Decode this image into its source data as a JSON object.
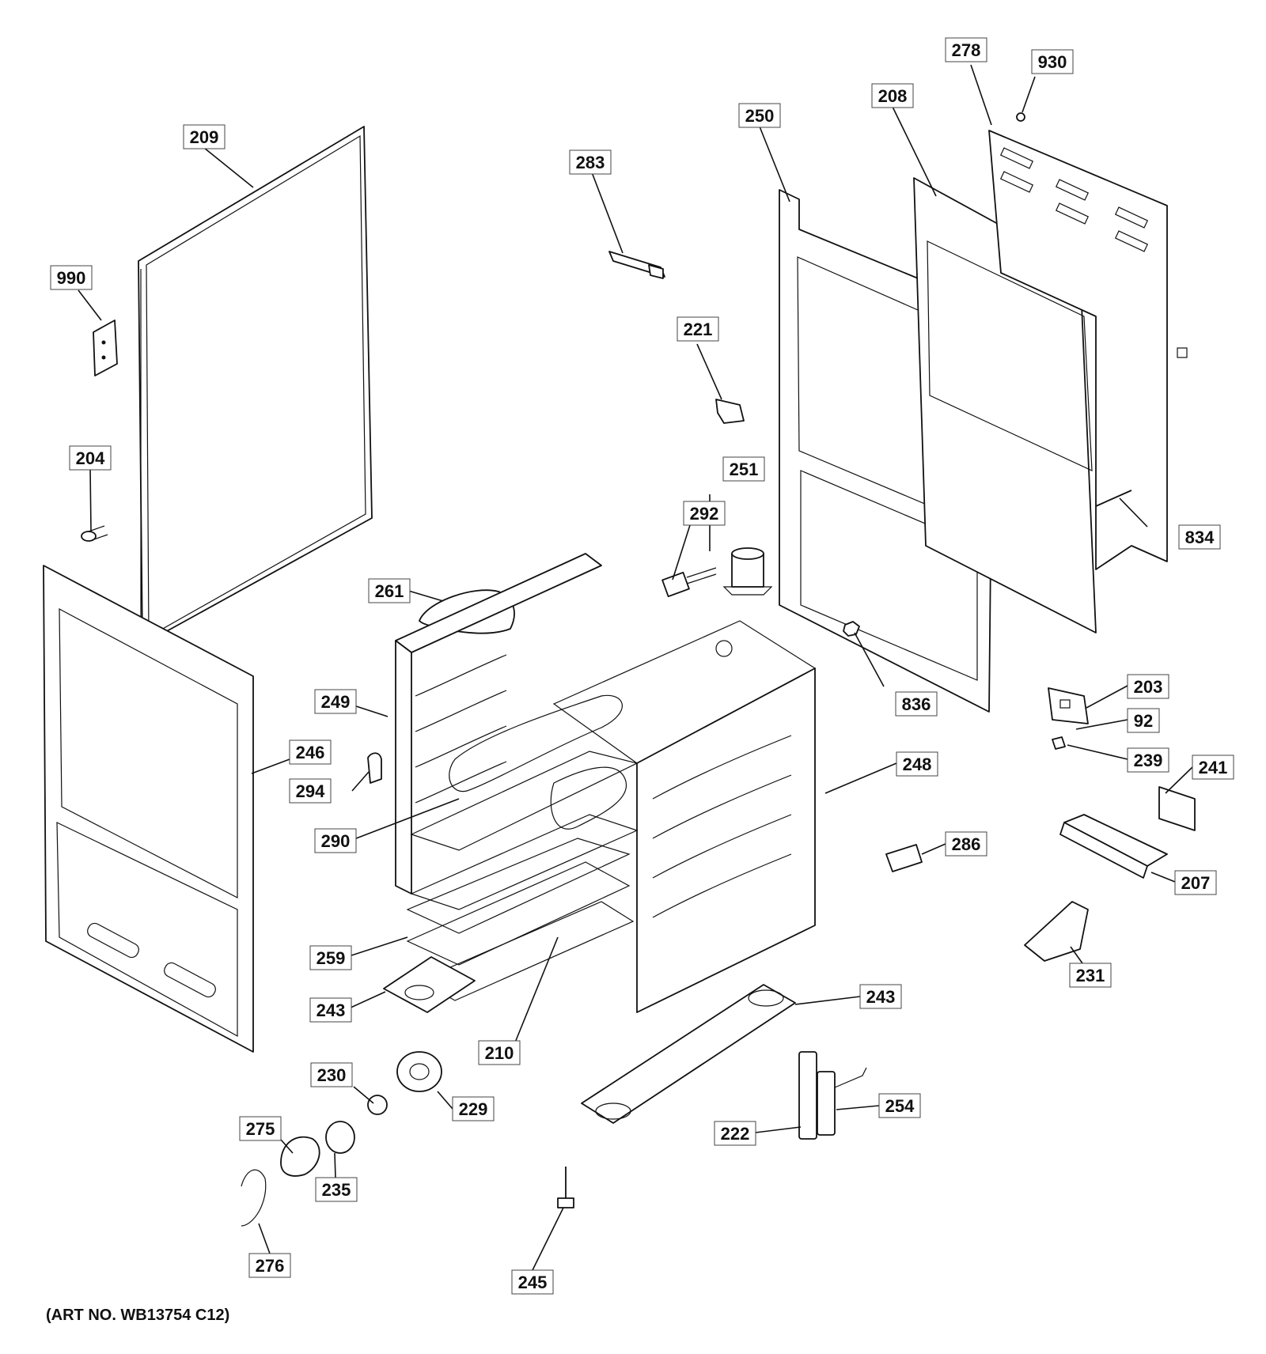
{
  "diagram": {
    "art_number": "(ART NO. WB13754 C12)",
    "callouts": [
      "209",
      "990",
      "204",
      "246",
      "283",
      "221",
      "250",
      "208",
      "278",
      "930",
      "834",
      "836",
      "251",
      "292",
      "261",
      "249",
      "294",
      "290",
      "259",
      "243",
      "210",
      "248",
      "203",
      "92",
      "239",
      "241",
      "207",
      "286",
      "231",
      "243",
      "254",
      "222",
      "230",
      "229",
      "275",
      "235",
      "276",
      "245"
    ]
  }
}
